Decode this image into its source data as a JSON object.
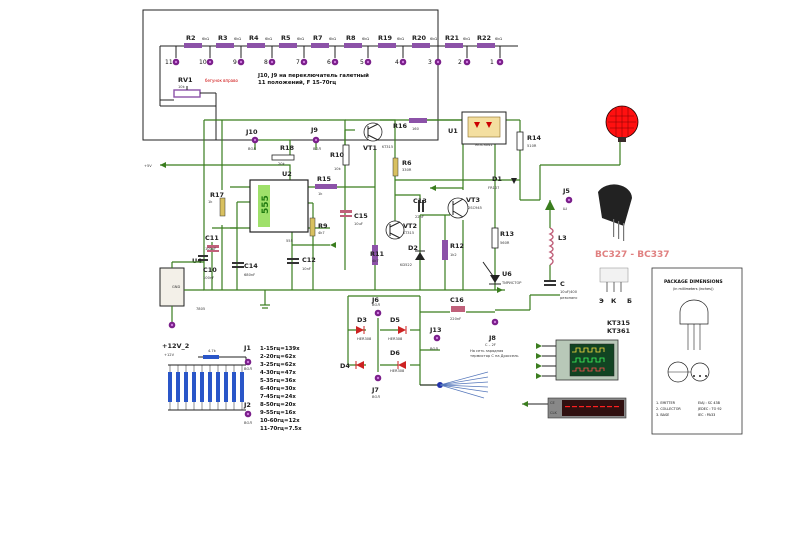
{
  "labels": {
    "resistors_top": [
      {
        "ref": "R2",
        "val": "6kΩ"
      },
      {
        "ref": "R3",
        "val": "6kΩ"
      },
      {
        "ref": "R4",
        "val": "6kΩ"
      },
      {
        "ref": "R5",
        "val": "6kΩ"
      },
      {
        "ref": "R7",
        "val": "6kΩ"
      },
      {
        "ref": "R8",
        "val": "6kΩ"
      },
      {
        "ref": "R19",
        "val": "6kΩ"
      },
      {
        "ref": "R20",
        "val": "6kΩ"
      },
      {
        "ref": "R21",
        "val": "6kΩ"
      },
      {
        "ref": "R22",
        "val": "6kΩ"
      }
    ],
    "switch_numbers": [
      "11",
      "10",
      "9",
      "8",
      "7",
      "6",
      "5",
      "4",
      "3",
      "2",
      "1"
    ],
    "note_line1": "J10, J9 на переключатель галетный",
    "note_line2": "11 положений, F 15-70гц",
    "rv1": "RV1",
    "rv1_val": "10k",
    "rv1_note": "бегунок вправо",
    "j10": "J10",
    "j9": "J9",
    "j10_sub": "ВОЛ",
    "j9_sub": "ВОЛ",
    "r18": "R18",
    "r18_val": "20k",
    "u2": "U2",
    "u2_chip": "555",
    "u2_name": "555",
    "r17": "R17",
    "r17_val": "1k",
    "r15": "R15",
    "r15_val": "1k",
    "r9": "R9",
    "r9_val": "4k7",
    "c11": "C11",
    "c11_val": "100uF",
    "c10": "C10",
    "c10_val": "100nF",
    "c14": "C14",
    "c14_val": "680nF",
    "c12": "C12",
    "c12_val": "10nF",
    "c15": "C15",
    "c15_val": "10uF",
    "u4": "U4",
    "u4_name": "7805",
    "u4_pin": "GND",
    "vin": "+12V_2",
    "vin_sub": "+12V",
    "r10": "R10",
    "r10_val": "10k",
    "vt1": "VT1",
    "vt1_type": "KT315",
    "r16": "R16",
    "r16_val": "160",
    "r6": "R6",
    "r6_val": "330R",
    "r11": "R11",
    "r11_val": "4k7",
    "vt2": "VT2",
    "vt2_type": "KT315",
    "c13": "C13",
    "c13_val": "22nF",
    "d2": "D2",
    "d2_type": "KD522",
    "r12": "R12",
    "r12_val": "1k2",
    "u1": "U1",
    "u1_type": "MOC3041",
    "d1": "D1",
    "d1_type": "FR107",
    "r14": "R14",
    "r14_val": "510R",
    "vt3": "VT3",
    "vt3_type": "2SC945",
    "r13": "R13",
    "r13_val": "560R",
    "u6": "U6",
    "u6_type": "ТИРИСТОР",
    "l3": "L3",
    "j5": "J5",
    "j5_sub": "Ш",
    "c": "C",
    "c_val": "10uF/400",
    "c_note": "резонанс",
    "c16": "C16",
    "c16_val": "220nF",
    "j8": "J8",
    "j8_sub": "C – 2F",
    "j8_note1": "На сеть зарядная",
    "j8_note2": "термистор С на Дроссель",
    "j6": "J6",
    "j6_sub": "ВОЛ",
    "j7": "J7",
    "j7_sub": "ВОЛ",
    "j13": "J13",
    "j13_sub": "ВОЛ",
    "d3": "D3",
    "d3_type": "HER308",
    "d4": "D4",
    "d5": "D5",
    "d5_type": "HER308",
    "d6": "D6",
    "d6_type": "HER308",
    "j1": "J1",
    "j1_sub": "ВОЛ",
    "j2": "J2",
    "j2_sub": "ВОЛ",
    "r_array_val": "4k7",
    "freq_table": [
      "1-15гц=139x",
      "2-20гц=62x",
      "3-25гц=62x",
      "4-30гц=47x",
      "5-35гц=36x",
      "6-40гц=30x",
      "7-45гц=24x",
      "8-50гц=20x",
      "9-55гц=16x",
      "10-60гц=12x",
      "11-70гц=7.5x"
    ],
    "bc_title": "BC327 - BC337",
    "ekb": [
      "Э",
      "К",
      "Б"
    ],
    "kt315": "KT315",
    "kt361": "KT361",
    "pkg_title": "PACKAGE DIMENSIONS",
    "pkg_sub": "(in millimeters (inches))",
    "pkg_pins": [
      "1. EMITTER",
      "2. COLLECTOR",
      "3. BASE"
    ],
    "pkg_std": [
      "EIAJ  : SC 43B",
      "JEDEC : TO 92",
      "IEC   : PA33"
    ],
    "counter_digits": "--------",
    "counter_pins": [
      "CE",
      "CLK"
    ],
    "pot_val": "4.7k"
  },
  "colors": {
    "wire": "#3a7d1e",
    "resistor": "#8c52a8",
    "resistor_yellow": "#d8c060",
    "capacitor": "#c0607a",
    "terminal": "#7a1f8a",
    "probe_red": "#ff1010",
    "ic_green": "#9fe06a",
    "scope_bg": "#114422",
    "counter_bg": "#301010",
    "counter_digit": "#ff2020",
    "diode_red": "#cc2222",
    "label_pink": "#e08080"
  }
}
